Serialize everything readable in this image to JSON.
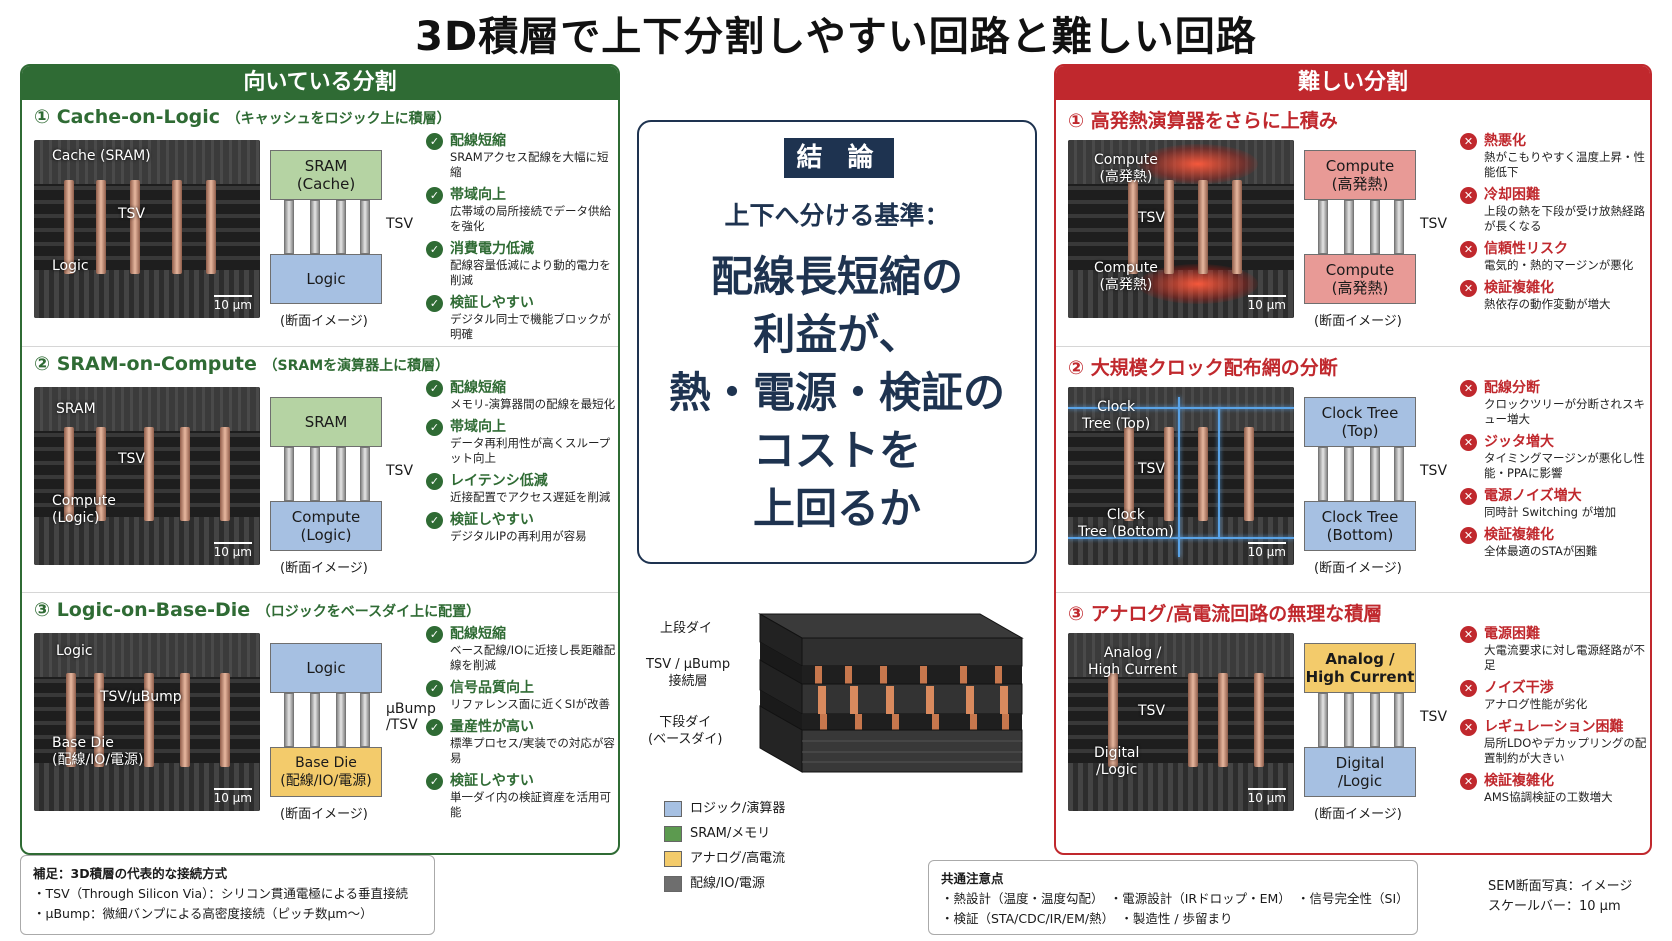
{
  "title": "3D積層で上下分割しやすい回路と難しい回路",
  "colors": {
    "good": "#2f6b34",
    "bad": "#c0282d",
    "navy": "#1e3350",
    "sram": "#b5d3a3",
    "logic": "#a6c0e2",
    "analog": "#f3cb6b",
    "io": "#6e6e6e"
  },
  "left_panel": {
    "title": "向いている分割",
    "sections": [
      {
        "title": "① Cache-on-Logic",
        "subtitle": "（キャッシュをロジック上に積層）",
        "sem_top": "Cache (SRAM)",
        "sem_mid": "TSV",
        "sem_bot": "Logic",
        "scale": "10 μm",
        "diag_top": "SRAM\n(Cache)",
        "diag_bottom": "Logic",
        "diag_via": "TSV",
        "caption": "(断面イメージ)",
        "points": [
          {
            "h": "配線短縮",
            "d": "SRAMアクセス配線を大幅に短縮"
          },
          {
            "h": "帯域向上",
            "d": "広帯域の局所接続でデータ供給を強化"
          },
          {
            "h": "消費電力低減",
            "d": "配線容量低減により動的電力を削減"
          },
          {
            "h": "検証しやすい",
            "d": "デジタル同士で機能ブロックが明確"
          }
        ]
      },
      {
        "title": "② SRAM-on-Compute",
        "subtitle": "（SRAMを演算器上に積層）",
        "sem_top": "SRAM",
        "sem_mid": "TSV",
        "sem_bot": "Compute\n(Logic)",
        "scale": "10 μm",
        "diag_top": "SRAM",
        "diag_bottom": "Compute\n(Logic)",
        "diag_via": "TSV",
        "caption": "(断面イメージ)",
        "points": [
          {
            "h": "配線短縮",
            "d": "メモリ-演算器間の配線を最短化"
          },
          {
            "h": "帯域向上",
            "d": "データ再利用性が高くスループット向上"
          },
          {
            "h": "レイテンシ低減",
            "d": "近接配置でアクセス遅延を削減"
          },
          {
            "h": "検証しやすい",
            "d": "デジタルIPの再利用が容易"
          }
        ]
      },
      {
        "title": "③ Logic-on-Base-Die",
        "subtitle": "（ロジックをベースダイ上に配置）",
        "sem_top": "Logic",
        "sem_mid": "TSV/μBump",
        "sem_bot": "Base Die\n(配線/IO/電源)",
        "scale": "10 μm",
        "diag_top": "Logic",
        "diag_bottom": "Base Die\n(配線/IO/電源)",
        "diag_via": "μBump\n/TSV",
        "caption": "(断面イメージ)",
        "points": [
          {
            "h": "配線短縮",
            "d": "ベース配線/IOに近接し長距離配線を削減"
          },
          {
            "h": "信号品質向上",
            "d": "リファレンス面に近くSIが改善"
          },
          {
            "h": "量産性が高い",
            "d": "標準プロセス/実装での対応が容易"
          },
          {
            "h": "検証しやすい",
            "d": "単一ダイ内の検証資産を活用可能"
          }
        ]
      }
    ]
  },
  "right_panel": {
    "title": "難しい分割",
    "sections": [
      {
        "title": "① 高発熱演算器をさらに上積み",
        "sem_top": "Compute\n(高発熱)",
        "sem_mid": "TSV",
        "sem_bot": "Compute\n(高発熱)",
        "scale": "10 μm",
        "diag_top": "Compute\n(高発熱)",
        "diag_bottom": "Compute\n(高発熱)",
        "diag_via": "TSV",
        "caption": "(断面イメージ)",
        "points": [
          {
            "h": "熱悪化",
            "d": "熱がこもりやすく温度上昇・性能低下"
          },
          {
            "h": "冷却困難",
            "d": "上段の熱を下段が受け放熱経路が長くなる"
          },
          {
            "h": "信頼性リスク",
            "d": "電気的・熱的マージンが悪化"
          },
          {
            "h": "検証複雑化",
            "d": "熱依存の動作変動が増大"
          }
        ]
      },
      {
        "title": "② 大規模クロック配布網の分断",
        "sem_top": "Clock\nTree (Top)",
        "sem_mid": "TSV",
        "sem_bot": "Clock\nTree (Bottom)",
        "scale": "10 μm",
        "diag_top": "Clock Tree\n(Top)",
        "diag_bottom": "Clock Tree\n(Bottom)",
        "diag_via": "TSV",
        "caption": "(断面イメージ)",
        "points": [
          {
            "h": "配線分断",
            "d": "クロックツリーが分断されスキュー増大"
          },
          {
            "h": "ジッタ増大",
            "d": "タイミングマージンが悪化し性能・PPAに影響"
          },
          {
            "h": "電源ノイズ増大",
            "d": "同時計 Switching が増加"
          },
          {
            "h": "検証複雑化",
            "d": "全体最適のSTAが困難"
          }
        ]
      },
      {
        "title": "③ アナログ/高電流回路の無理な積層",
        "sem_top": "Analog /\nHigh Current",
        "sem_mid": "TSV",
        "sem_bot": "Digital\n/Logic",
        "scale": "10 μm",
        "diag_top": "Analog /\nHigh Current",
        "diag_bottom": "Digital\n/Logic",
        "diag_via": "TSV",
        "caption": "(断面イメージ)",
        "points": [
          {
            "h": "電源困難",
            "d": "大電流要求に対し電源経路が不足"
          },
          {
            "h": "ノイズ干渉",
            "d": "アナログ性能が劣化"
          },
          {
            "h": "レギュレーション困難",
            "d": "局所LDOやデカップリングの配置制約が大きい"
          },
          {
            "h": "検証複雑化",
            "d": "AMS協調検証の工数増大"
          }
        ]
      }
    ]
  },
  "conclusion": {
    "tag": "結 論",
    "criterion": "上下へ分ける基準：",
    "line1": "配線長短縮の",
    "line2": "利益が、",
    "line3": "熱・電源・検証の",
    "line4": "コストを",
    "line5": "上回るか"
  },
  "stack": {
    "top_die": "上段ダイ",
    "bump_layer": "TSV / μBump\n接続層",
    "bottom_die": "下段ダイ\n(ベースダイ)"
  },
  "legend": [
    {
      "label": "ロジック/演算器",
      "color": "#a6c0e2"
    },
    {
      "label": "SRAM/メモリ",
      "color": "#5c9a4f"
    },
    {
      "label": "アナログ/高電流",
      "color": "#f3cb6b"
    },
    {
      "label": "配線/IO/電源",
      "color": "#6e6e6e"
    }
  ],
  "note_left": {
    "title": "補足：3D積層の代表的な接続方式",
    "line1": "・TSV（Through Silicon Via）：シリコン貫通電極による垂直接続",
    "line2": "・μBump：微細バンプによる高密度接続（ピッチ数μm〜）"
  },
  "note_right": {
    "title": "共通注意点",
    "line1": "・熱設計（温度・温度勾配）　・電源設計（IRドロップ・EM）　・信号完全性（SI）",
    "line2": "・検証（STA/CDC/IR/EM/熱）　・製造性 / 歩留まり"
  },
  "sem_note": {
    "line1": "SEM断面写真：イメージ",
    "line2": "スケールバー：10 μm"
  }
}
